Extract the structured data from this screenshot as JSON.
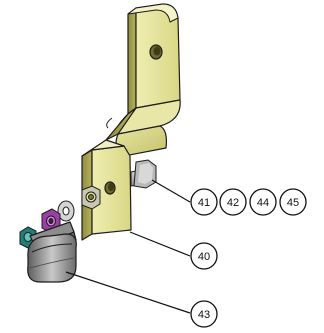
{
  "diagram": {
    "part_bracket": "bracket",
    "callouts": {
      "c41": "41",
      "c42": "42",
      "c44": "44",
      "c45": "45",
      "c40": "40",
      "c43": "43"
    }
  }
}
